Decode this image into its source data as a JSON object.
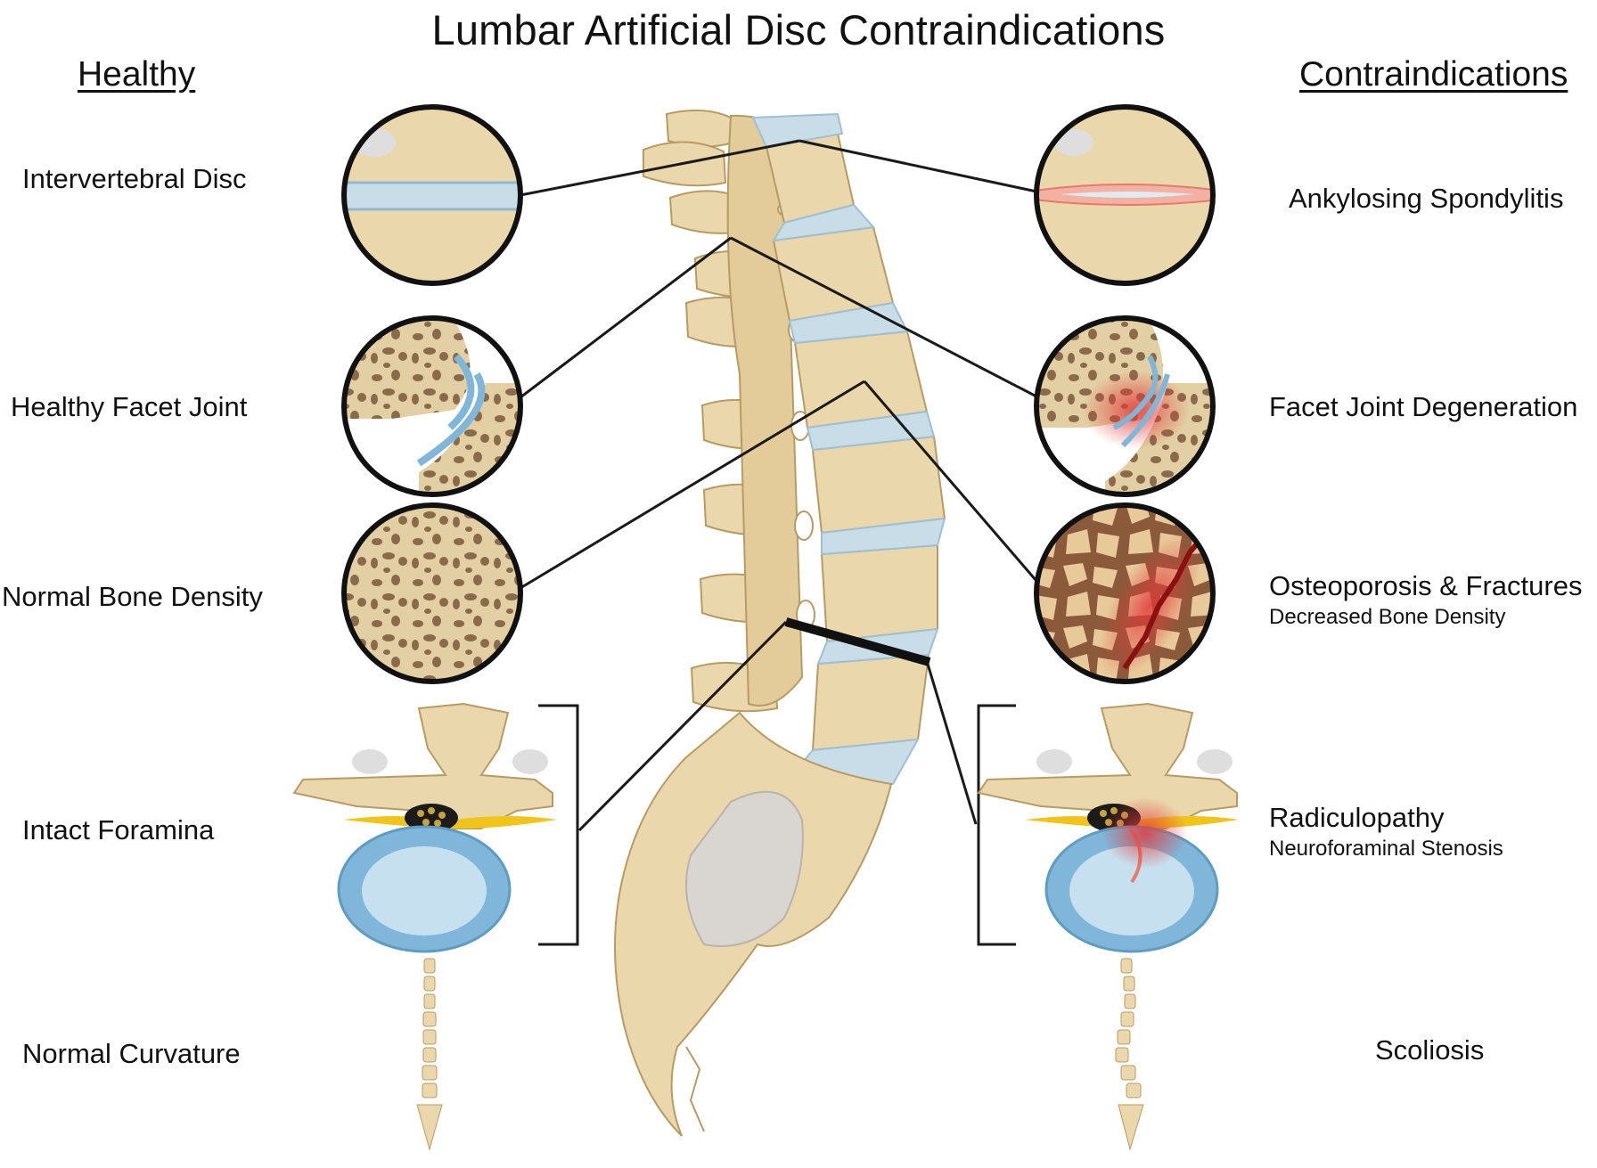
{
  "title": "Lumbar Artificial Disc Contraindications",
  "headings": {
    "left": "Healthy",
    "right": "Contraindications"
  },
  "healthy": [
    {
      "label": "Intervertebral Disc"
    },
    {
      "label": "Healthy Facet Joint"
    },
    {
      "label": "Normal Bone Density"
    },
    {
      "label": "Intact Foramina"
    },
    {
      "label": "Normal Curvature"
    }
  ],
  "contraindications": [
    {
      "label": "Ankylosing Spondylitis",
      "sublabel": ""
    },
    {
      "label": "Facet Joint Degeneration",
      "sublabel": ""
    },
    {
      "label": "Osteoporosis & Fractures",
      "sublabel": "Decreased Bone Density"
    },
    {
      "label": "Radiculopathy",
      "sublabel": "Neuroforaminal Stenosis"
    },
    {
      "label": "Scoliosis",
      "sublabel": ""
    }
  ],
  "colors": {
    "bone": "#ead7ab",
    "bone_shade": "#d8bf8a",
    "disc": "#c8dde8",
    "disc_blue": "#7fb6d9",
    "inflammation": "#e23a3a",
    "nerve": "#f0c419",
    "outline": "#1a1a1a"
  }
}
